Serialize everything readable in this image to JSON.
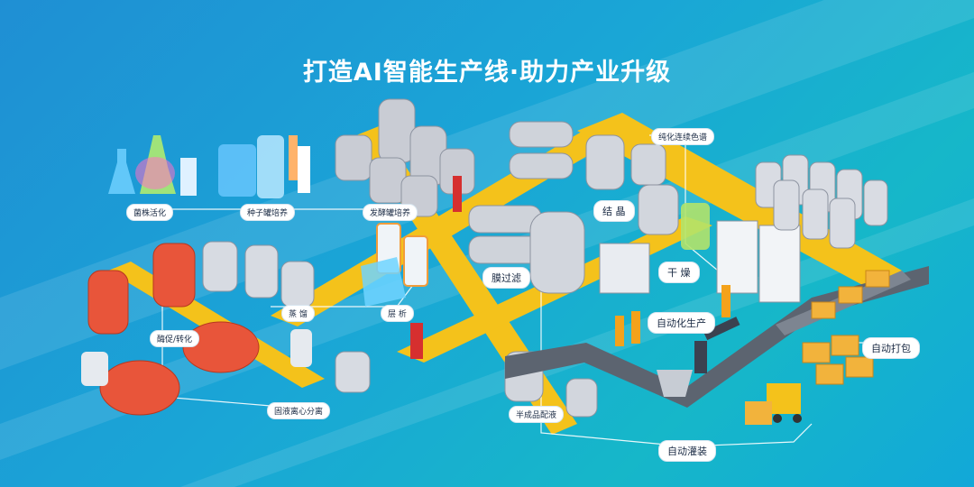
{
  "title": "打造AI智能生产线·助力产业升级",
  "stations": {
    "strain_activation": "菌株活化",
    "seed_culture": "种子罐培养",
    "fermenter_culture": "发酵罐培养",
    "crystallization": "结 晶",
    "purification_chromatography": "纯化连续色谱",
    "membrane_filtration": "膜过滤",
    "drying": "干 燥",
    "automated_production": "自动化生产",
    "automatic_packing": "自动打包",
    "enzymolysis": "酶促/转化",
    "evaporation": "蒸 馏",
    "stratification": "层 析",
    "solid_liquid_separation": "固液离心分离",
    "semi_finished_mixing": "半成品配液",
    "automatic_filling": "自动灌装"
  },
  "colors": {
    "background_start": "#1f8fd4",
    "background_end": "#16b7c9",
    "conveyor_path": "#f4c21b",
    "reactor_red": "#e8553a",
    "steel": "#c9ccd4",
    "label_bg": "#ffffff",
    "label_text": "#1b2b44"
  },
  "icons": [
    "flask-icon",
    "tank-icon",
    "reactor-icon",
    "robot-arm-icon",
    "forklift-icon",
    "worker-icon",
    "conveyor-icon"
  ]
}
